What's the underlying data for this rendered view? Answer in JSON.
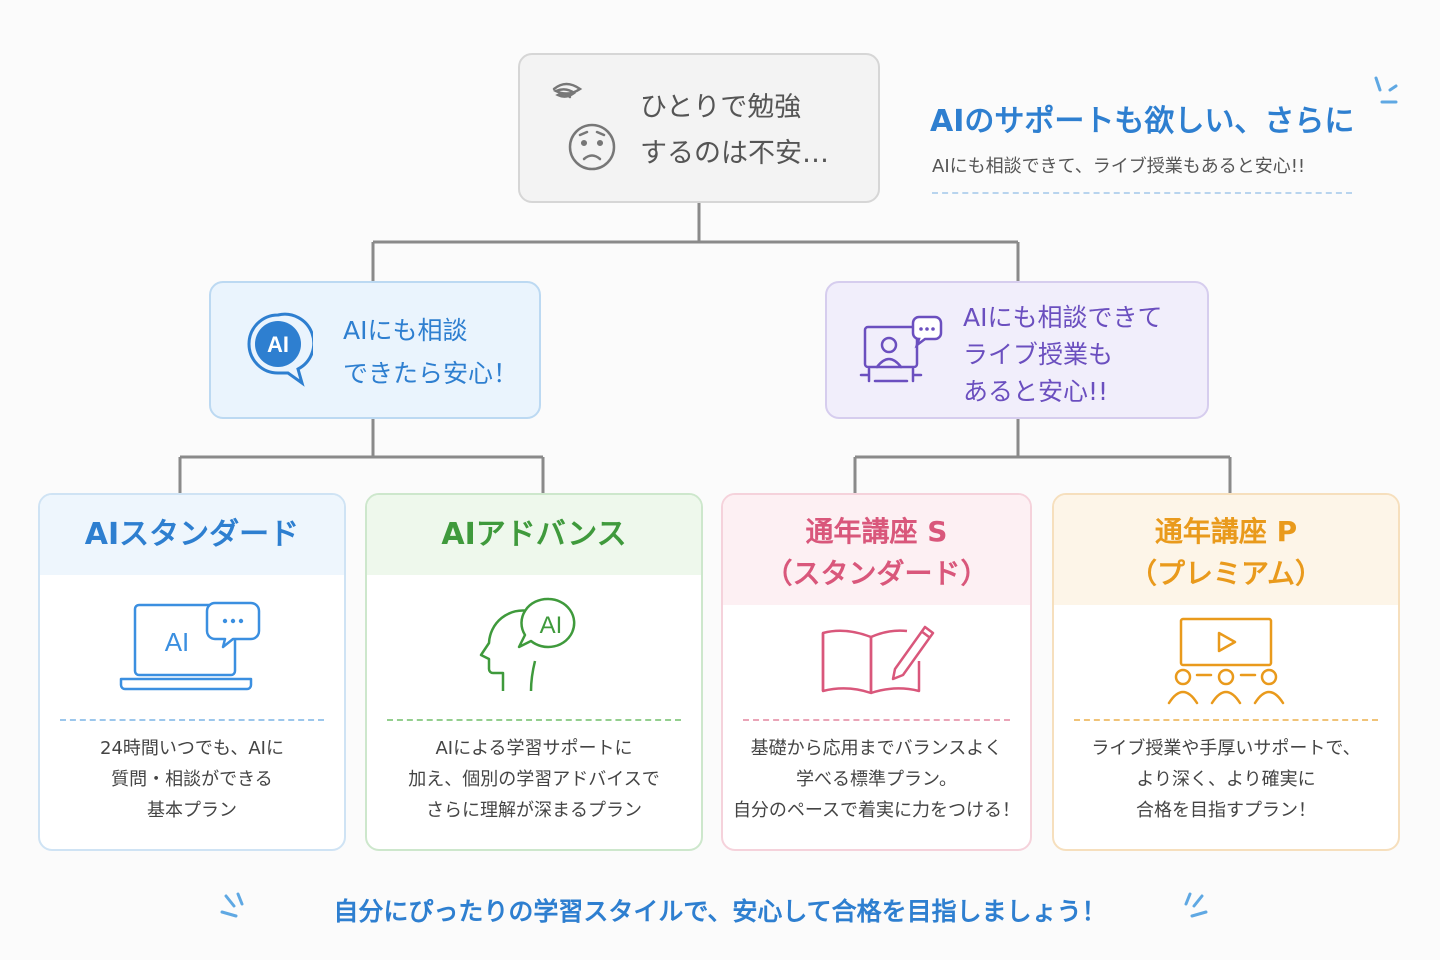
{
  "top": {
    "line1": "ひとりで勉強",
    "line2": "するのは不安…",
    "icon": "worried-face-icon"
  },
  "callout": {
    "title": "AIのサポートも欲しい、さらに",
    "subtitle": "AIにも相談できて、ライブ授業もあると安心!!"
  },
  "middle": {
    "left": {
      "line1": "AIにも相談",
      "line2": "できたら安心！",
      "icon": "ai-chat-bubble-icon"
    },
    "right": {
      "line1": "AIにも相談できて",
      "line2": "ライブ授業も",
      "line3": "あると安心!!",
      "icon": "video-lesson-icon"
    }
  },
  "plans": [
    {
      "title": "AIスタンダード",
      "icon_label": "AI",
      "desc": [
        "24時間いつでも、AIに",
        "質問・相談ができる",
        "基本プラン"
      ],
      "icon": "laptop-ai-icon"
    },
    {
      "title": "AIアドバンス",
      "icon_label": "AI",
      "desc": [
        "AIによる学習サポートに",
        "加え、個別の学習アドバイスで",
        "さらに理解が深まるプラン"
      ],
      "icon": "head-ai-icon"
    },
    {
      "title": "通年講座 S",
      "subtitle": "（スタンダード）",
      "desc": [
        "基礎から応用までバランスよく",
        "学べる標準プラン。",
        "自分のペースで着実に力をつける！"
      ],
      "icon": "book-pen-icon"
    },
    {
      "title": "通年講座 P",
      "subtitle": "（プレミアム）",
      "desc": [
        "ライブ授業や手厚いサポートで、",
        "より深く、より確実に",
        "合格を目指すプラン！"
      ],
      "icon": "live-class-icon"
    }
  ],
  "footer": "自分にぴったりの学習スタイルで、安心して合格を目指しましょう！",
  "colors": {
    "blue": "#2e7fd0",
    "purple": "#6b4fbf",
    "green": "#3f9a3c",
    "pink": "#d9577b",
    "orange": "#e99a1c"
  }
}
